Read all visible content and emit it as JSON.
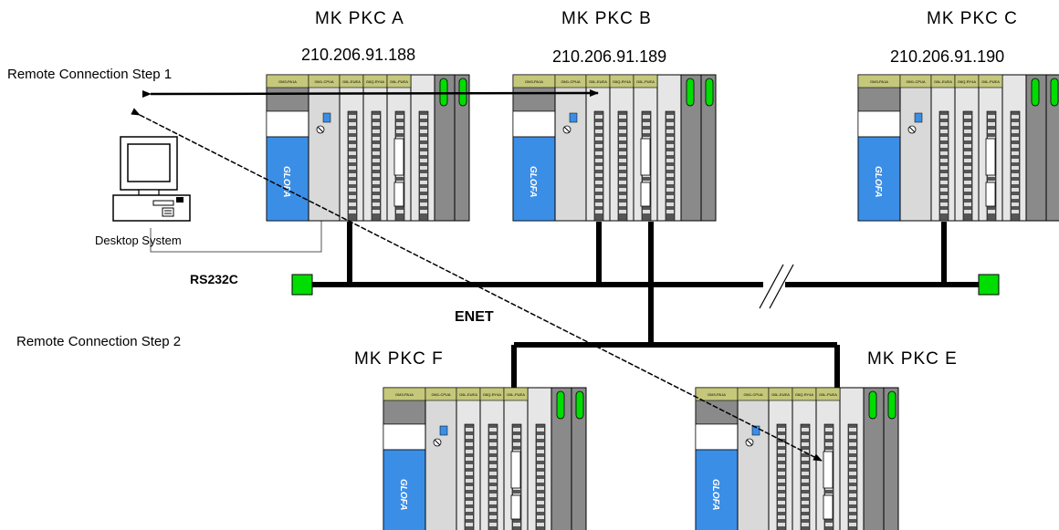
{
  "labels": {
    "step1": "Remote Connection Step 1",
    "step2": "Remote Connection Step 2",
    "desktop": "Desktop System",
    "rs232c": "RS232C",
    "enet": "ENET"
  },
  "plcs": [
    {
      "key": "a",
      "name": "MK  PKC  A",
      "ip": "210.206.91.188"
    },
    {
      "key": "b",
      "name": "MK  PKC  B",
      "ip": "210.206.91.189"
    },
    {
      "key": "c",
      "name": "MK  PKC  C",
      "ip": "210.206.91.190"
    },
    {
      "key": "f",
      "name": "MK  PKC  F",
      "ip": ""
    },
    {
      "key": "e",
      "name": "MK  PKC  E",
      "ip": ""
    }
  ],
  "module_labels": [
    "GM3-PA1A",
    "GM1-CPUA",
    "G6L-EUEA",
    "G6Q-RY4A",
    "G6L-PUEA"
  ],
  "brand": "GLOFA",
  "colors": {
    "module_head": "#c5c87a",
    "rack_gray": "#8a8a8a",
    "brand_blue": "#3b8ee6",
    "terminal_green": "#00dd00",
    "led_blue": "#3b8ee6"
  }
}
